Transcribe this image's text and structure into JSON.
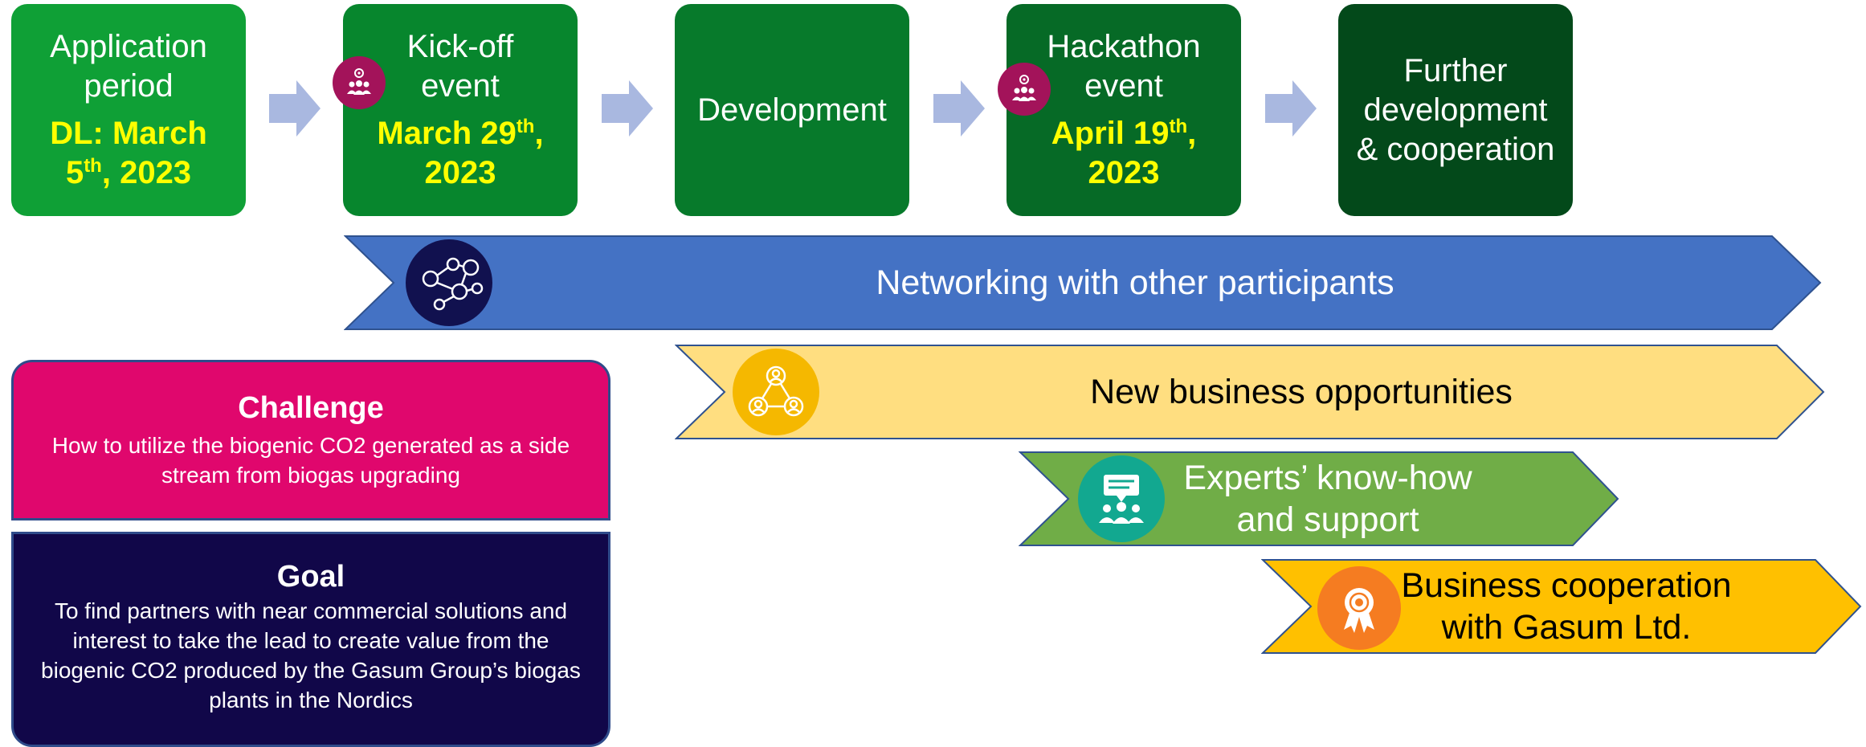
{
  "colors": {
    "step1": "#0fa036",
    "step2": "#07862d",
    "step3": "#077a2b",
    "step4": "#066a26",
    "step5": "#03491a",
    "date_yellow": "#ffff00",
    "arrow": "#a9b8e0",
    "magenta_icon": "#a3135a",
    "networking": "#4472c4",
    "opportunities": "#ffde80",
    "experts": "#70ad47",
    "cooperation": "#ffc000",
    "challenge": "#e0076d",
    "goal": "#110749"
  },
  "timeline": {
    "steps": [
      {
        "title": "Application period",
        "date_main": "DL: March 5",
        "date_sup": "th",
        "date_tail": ", 2023"
      },
      {
        "title": "Kick-off event",
        "date_main": "March 29",
        "date_sup": "th",
        "date_tail": ", 2023",
        "icon": "group-location-icon"
      },
      {
        "title": "Development"
      },
      {
        "title": "Hackathon event",
        "date_main": "April 19",
        "date_sup": "th",
        "date_tail": ", 2023",
        "icon": "group-location-icon"
      },
      {
        "title": "Further development & cooperation"
      }
    ]
  },
  "bands": {
    "networking": {
      "label": "Networking with other participants",
      "icon": "network-people-icon"
    },
    "opportunities": {
      "label": "New business opportunities",
      "icon": "connected-people-icon"
    },
    "experts": {
      "line1": "Experts’ know-how",
      "line2": "and support",
      "icon": "presentation-audience-icon"
    },
    "cooperation": {
      "line1": "Business cooperation",
      "line2": "with Gasum Ltd.",
      "icon": "award-ribbon-icon"
    }
  },
  "challenge": {
    "heading": "Challenge",
    "text": "How to utilize the biogenic CO2 generated as a side stream from biogas upgrading"
  },
  "goal": {
    "heading": "Goal",
    "text": "To find partners with near commercial solutions and interest to take the lead to create value from the biogenic CO2 produced by the Gasum Group’s biogas plants in the Nordics"
  }
}
